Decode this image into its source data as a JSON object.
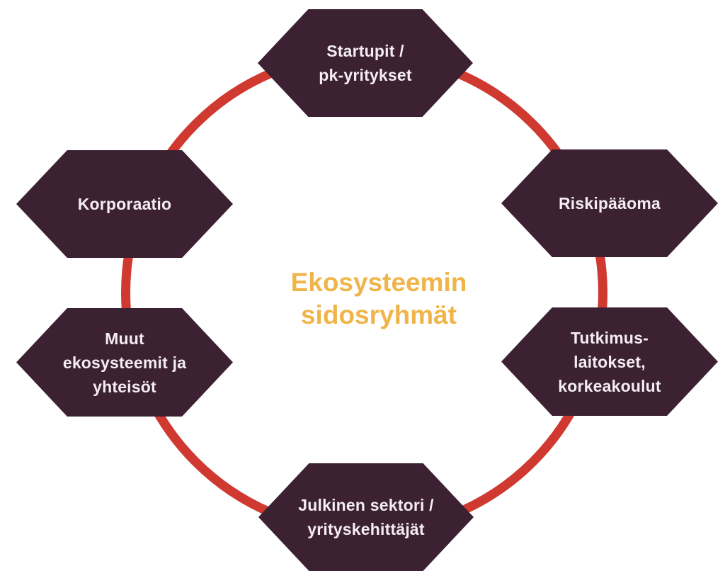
{
  "diagram": {
    "title": "Ekosysteemin\nsidosryhmät",
    "nodes": [
      {
        "id": "startupit-pk-yritykset",
        "label": "Startupit /\npk-yritykset"
      },
      {
        "id": "korporaatio",
        "label": "Korporaatio"
      },
      {
        "id": "riskipaaoma",
        "label": "Riskipääoma"
      },
      {
        "id": "muut-ekosysteemit-ja-yhteisot",
        "label": "Muut\nekosysteemit ja\nyhteisöt"
      },
      {
        "id": "tutkimuslaitokset-korkeakoulut",
        "label": "Tutkimus-\nlaitokset,\nkorkeakoulut"
      },
      {
        "id": "julkinen-sektori-yrityskehittajat",
        "label": "Julkinen sektori /\nyrityskehittäjät"
      }
    ],
    "colors": {
      "background": "#FFFFFF",
      "ring": "#CF392F",
      "hexagon_fill": "#3B2132",
      "hexagon_text": "#F4EDF1",
      "title": "#F0B54A"
    }
  }
}
